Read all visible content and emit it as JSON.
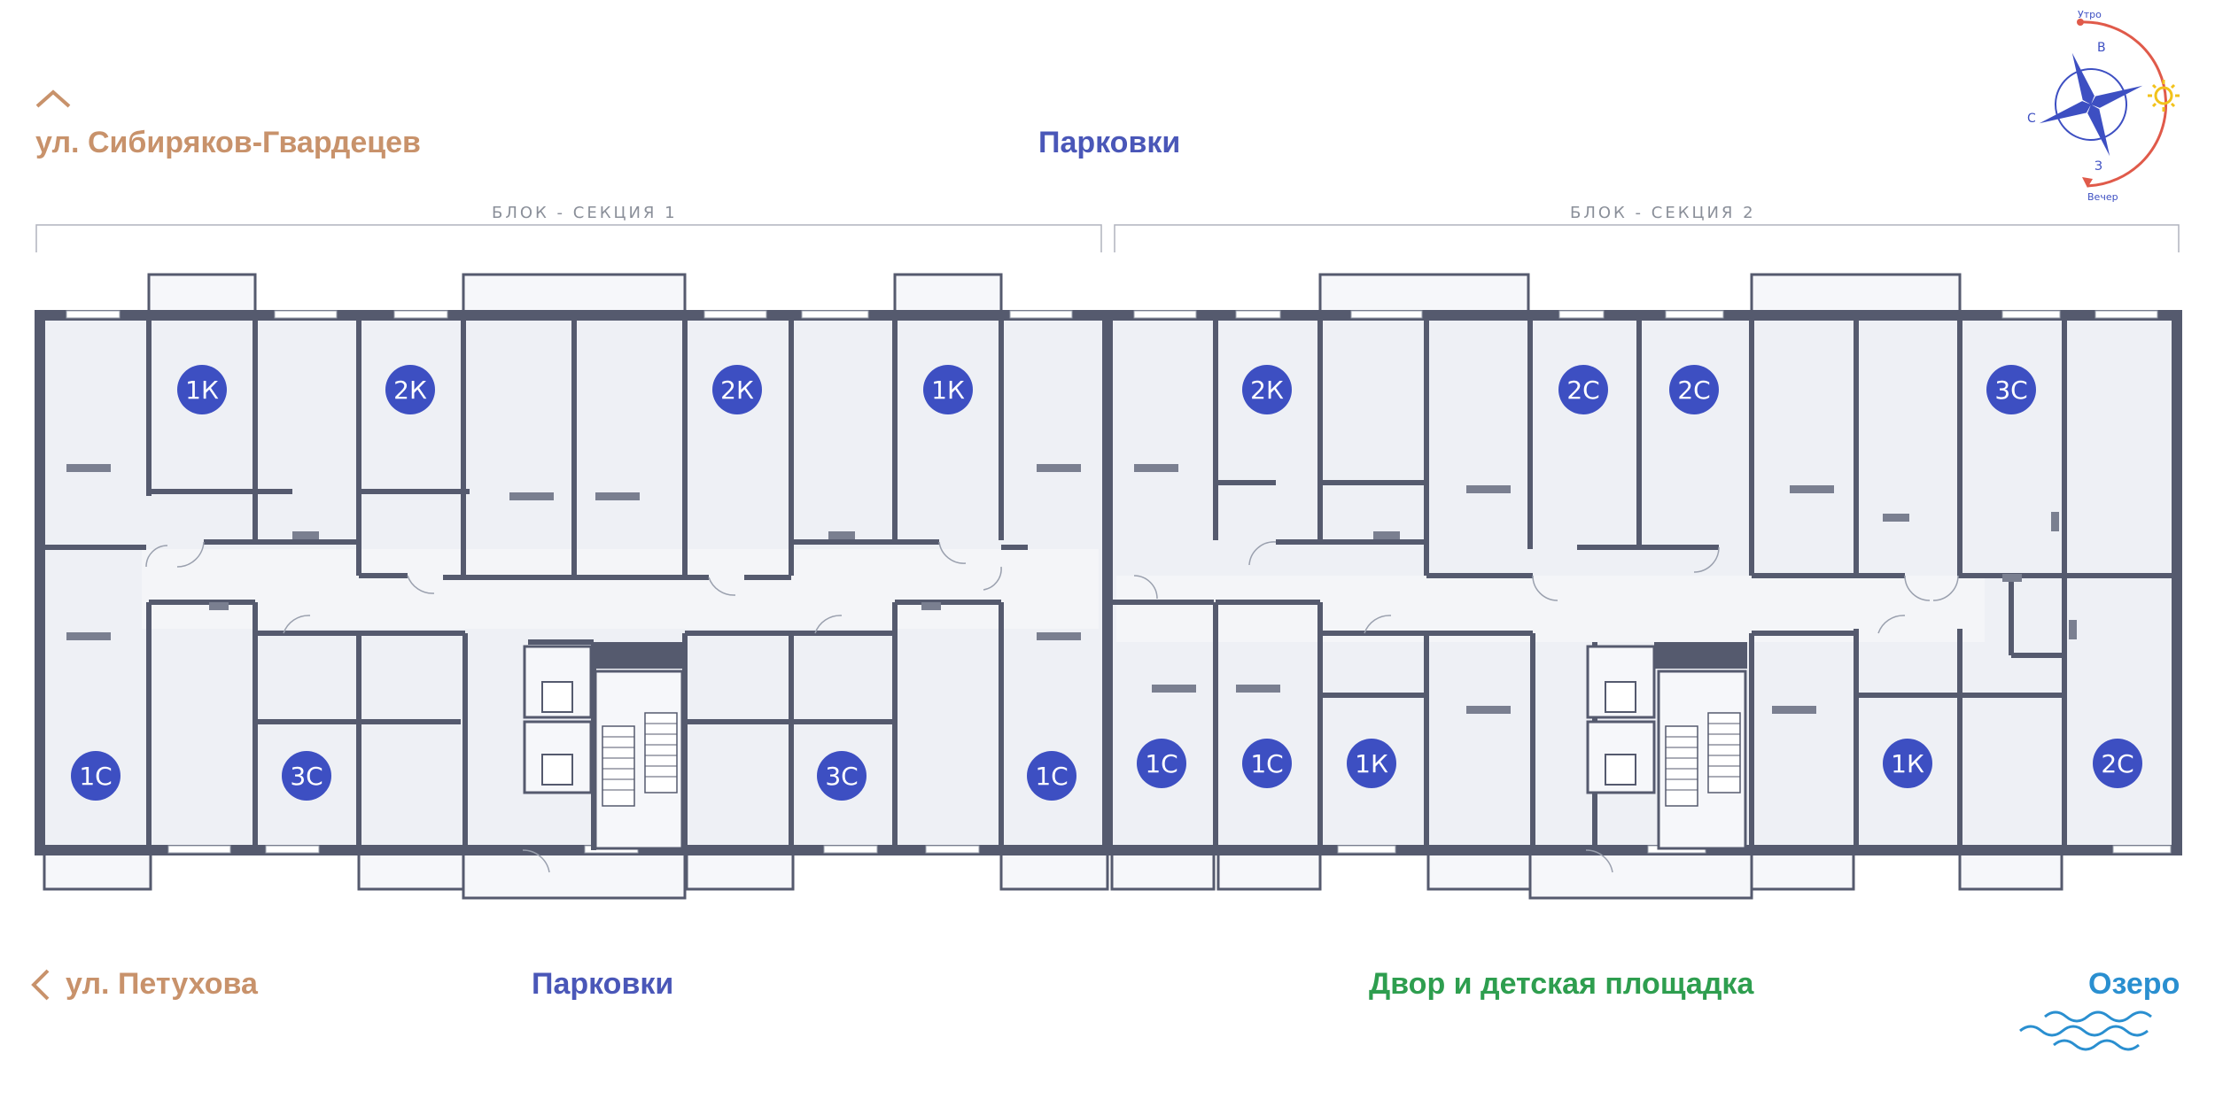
{
  "labels": {
    "street_top": "ул. Сибиряков-Гвардецев",
    "parking_top": "Парковки",
    "section_1": "БЛОК - СЕКЦИЯ 1",
    "section_2": "БЛОК - СЕКЦИЯ 2",
    "street_bottom": "ул. Петухова",
    "parking_bottom": "Парковки",
    "yard": "Двор и детская площадка",
    "lake": "Озеро"
  },
  "compass": {
    "morning": "Утро",
    "evening": "Вечер",
    "east": "В",
    "north": "С",
    "west": "З"
  },
  "apartments_top": [
    "1К",
    "2К",
    "2К",
    "1К",
    "2К",
    "2С",
    "2С",
    "3С"
  ],
  "apartments_bottom": [
    "1С",
    "3С",
    "3С",
    "1С",
    "1С",
    "1С",
    "1К",
    "1К",
    "2С"
  ],
  "colors": {
    "wall": "#555a6e",
    "room": "#eef0f5",
    "badge": "#3d4fc2",
    "street": "#c8926b",
    "parking": "#4a57b8",
    "yard": "#2e9e4f",
    "lake": "#2a8fd0",
    "compass_arc": "#e05a4a",
    "sun": "#f2c21a"
  }
}
